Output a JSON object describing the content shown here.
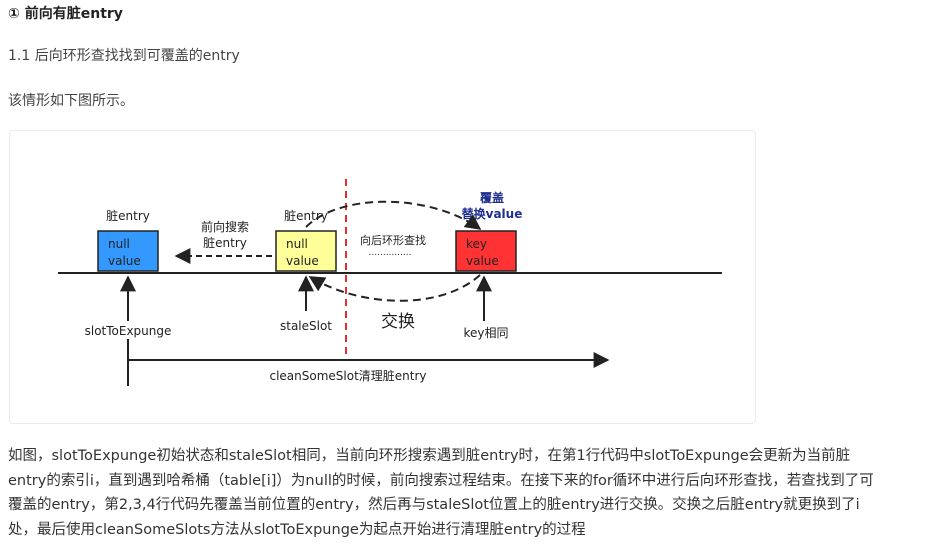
{
  "heading": "① 前向有脏entry",
  "subheading": "1.1 后向环形查找找到可覆盖的entry",
  "intro": "该情形如下图所示。",
  "diagram": {
    "left_box_title": "脏entry",
    "left_box_line1": "null",
    "left_box_line2": "value",
    "left_box_color": "#3399ff",
    "forward_search_line1": "前向搜索",
    "forward_search_line2": "脏entry",
    "mid_box_title": "脏entry",
    "mid_box_line1": "null",
    "mid_box_line2": "value",
    "mid_box_color": "#ffff99",
    "backward_search": "向后环形查找",
    "dots": "...............",
    "overwrite_line1": "覆盖",
    "overwrite_line2": "替换value",
    "right_box_line1": "key",
    "right_box_line2": "value",
    "right_box_color": "#ff3333",
    "swap_label": "交换",
    "slot_to_expunge": "slotToExpunge",
    "stale_slot": "staleSlot",
    "key_same": "key相同",
    "clean_label": "cleanSomeSlot清理脏entry"
  },
  "body_lines": [
    "如图，slotToExpunge初始状态和staleSlot相同，当前向环形搜索遇到脏entry时，在第1行代码中slotToExpunge会更新为当前脏",
    "entry的索引i，直到遇到哈希桶（table[i]）为null的时候，前向搜索过程结束。在接下来的for循环中进行后向环形查找，若查找到了可",
    "覆盖的entry，第2,3,4行代码先覆盖当前位置的entry，然后再与staleSlot位置上的脏entry进行交换。交换之后脏entry就更换到了i",
    "处，最后使用cleanSomeSlots方法从slotToExpunge为起点开始进行清理脏entry的过程"
  ]
}
